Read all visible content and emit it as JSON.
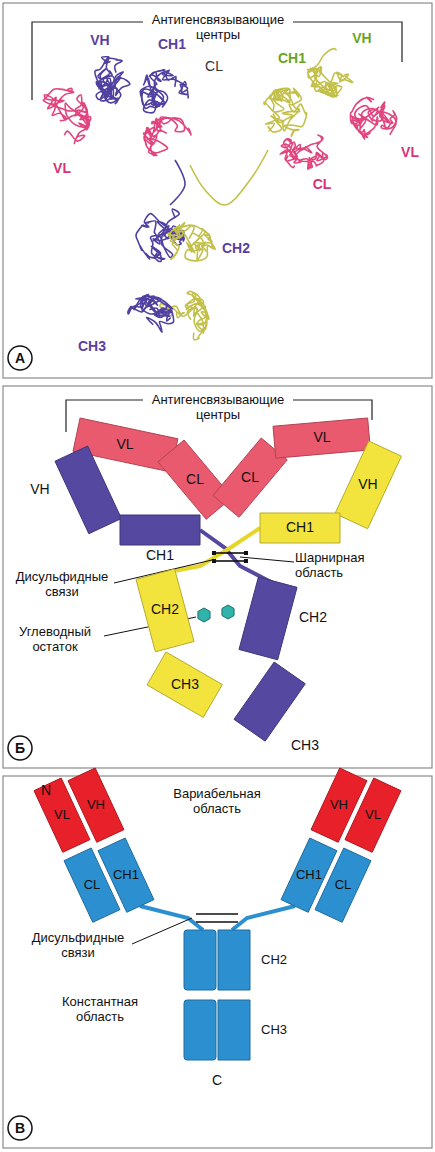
{
  "diagram": {
    "nodes": [
      {
        "text": [
          "VL"
        ]
      },
      {
        "text": [
          "VH"
        ]
      },
      {
        "text": [
          "CL"
        ]
      },
      {
        "text": [
          "CH1"
        ]
      },
      {
        "text": [
          "CL"
        ]
      },
      {
        "text": [
          "VL"
        ]
      },
      {
        "text": [
          "VH"
        ]
      },
      {
        "text": [
          "CH1"
        ]
      },
      {
        "text": [
          "CH2"
        ]
      },
      {
        "text": [
          "CH2"
        ]
      },
      {
        "text": [
          "CH3"
        ]
      },
      {
        "text": [
          "CH3"
        ]
      },
      {
        "text": [
          "VL"
        ]
      },
      {
        "text": [
          "VH"
        ]
      },
      {
        "text": [
          "CL"
        ]
      },
      {
        "text": [
          "CH1"
        ]
      },
      {
        "text": [
          "VH"
        ]
      },
      {
        "text": [
          "VL"
        ]
      },
      {
        "text": [
          "CH1"
        ]
      },
      {
        "text": [
          "CL"
        ]
      },
      {
        "text": [
          "CH2"
        ]
      },
      {
        "text": [
          "CH3"
        ]
      }
    ],
    "labels": [
      "Антигенсвязывающие центры",
      "VH",
      "CH1",
      "CL",
      "VL",
      "CH1",
      "VH",
      "VL",
      "CL",
      "CH2",
      "CH3",
      "А",
      "Антигенсвязывающие центры",
      "Шарнирная область",
      "Дисульфидные связи",
      "Углеводный остаток",
      "Б",
      "N",
      "Вариабельная область",
      "Дисульфидные связи",
      "Константная область",
      "C",
      "В"
    ]
  }
}
